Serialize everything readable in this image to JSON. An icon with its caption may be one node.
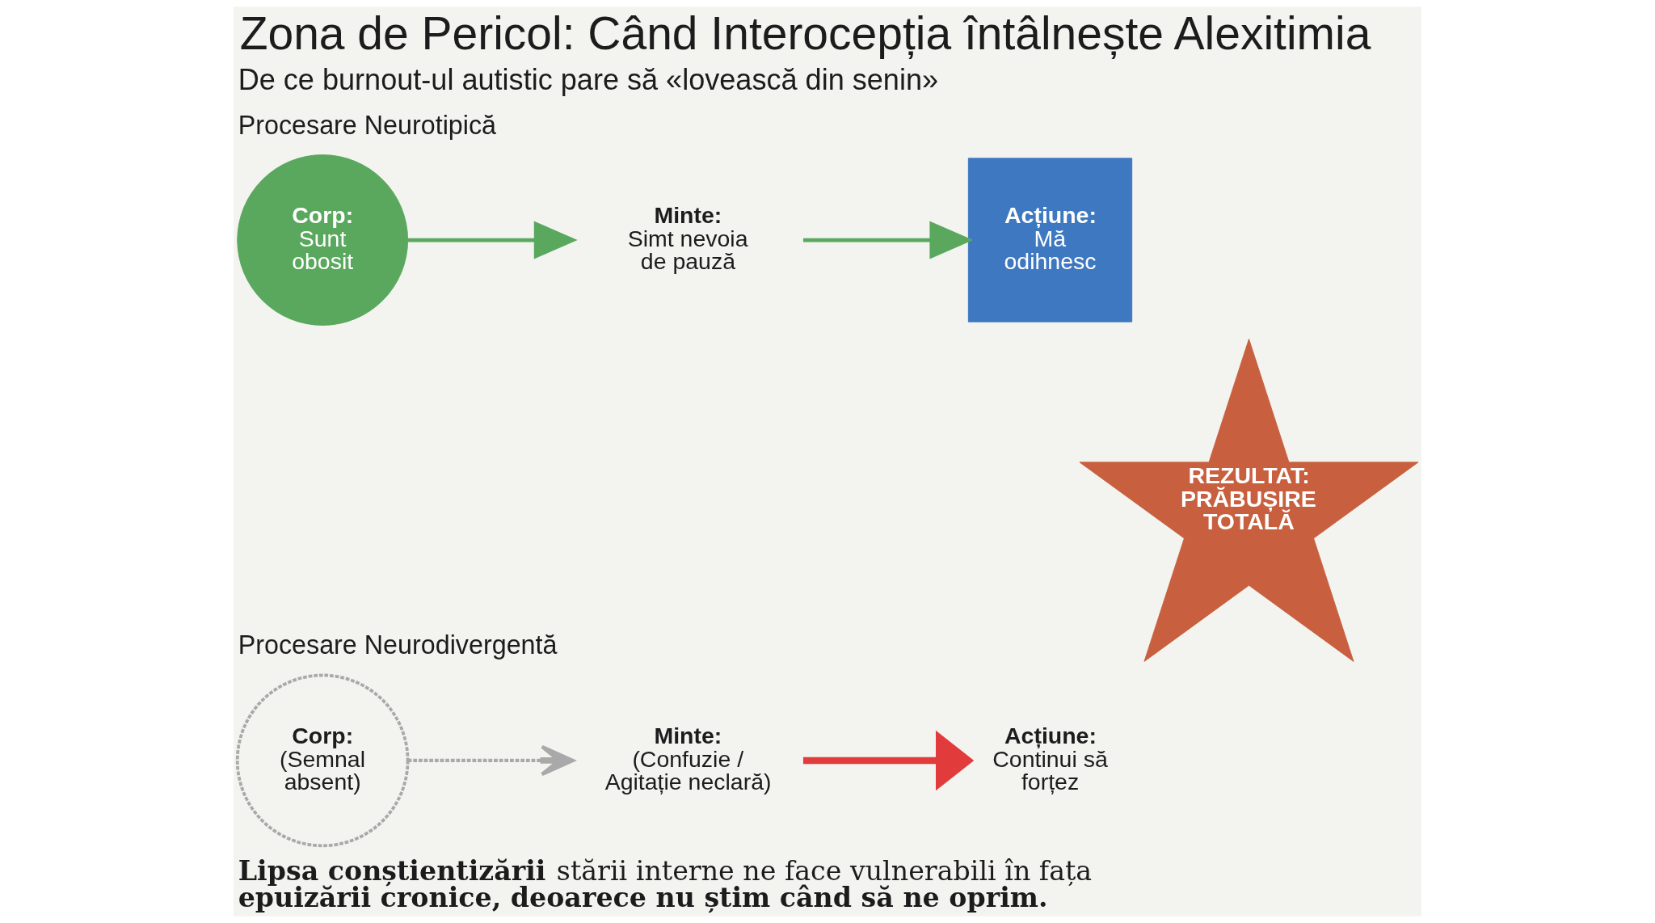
{
  "diagram": {
    "title": "Zona de Pericol: Când Interocepția întâlnește Alexitimia",
    "nodes": [
      {
        "text": [
          "Corp:",
          "Sunt obosit"
        ]
      },
      {
        "text": [
          "Minte:",
          "Simt nevoia de pauză"
        ]
      },
      {
        "text": [
          "Acțiune:",
          "Mă odihnesc"
        ]
      },
      {
        "text": [
          "REZULTAT: PRĂBUȘIRE TOTALĂ"
        ]
      },
      {
        "text": [
          "Corp:",
          "(Semnal absent)"
        ]
      },
      {
        "text": [
          "Minte:",
          "(Confuzie / Agitație neclară)"
        ]
      },
      {
        "text": [
          "Acțiune:",
          "Continui să forțez"
        ]
      }
    ],
    "edges": [
      {
        "from": 0,
        "to": 1,
        "arrow": "to"
      },
      {
        "from": 1,
        "to": 2,
        "arrow": "to"
      },
      {
        "from": 4,
        "to": 5,
        "arrow": "to",
        "style": "dashed",
        "color": "#a9a9a9"
      },
      {
        "from": 5,
        "to": 6,
        "arrow": "to",
        "style": "thick",
        "color": "#e23b3b"
      }
    ],
    "labels": [
      "De ce burnout-ul autistic pare să «lovească din senin»",
      "Procesare Neurotipică",
      "Procesare Neurodivergentă",
      "**Lipsa conștientizării** stării interne ne face vulnerabili în fața **epuizării cronice, deoarece nu știm când să ne oprim.**"
    ]
  }
}
